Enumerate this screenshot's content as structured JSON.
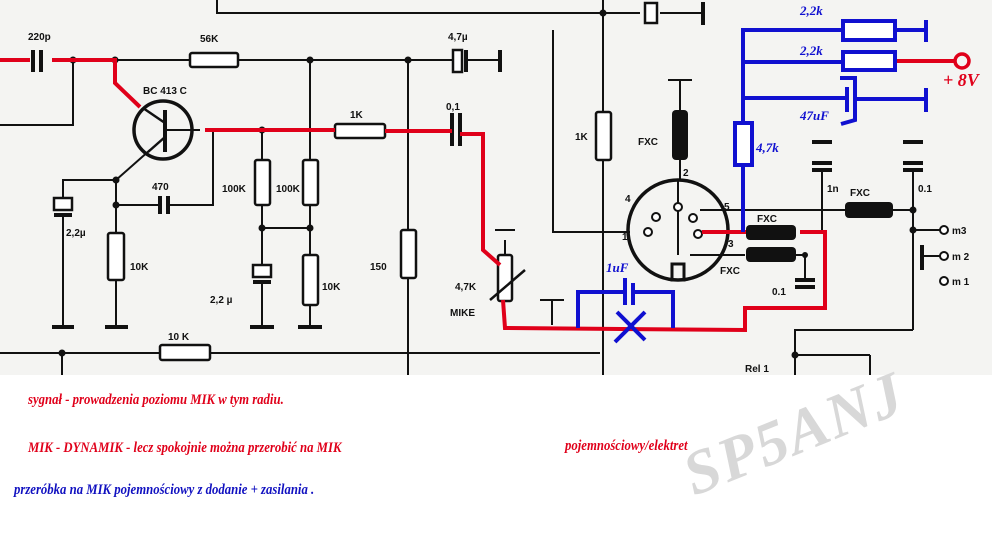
{
  "schematic": {
    "components": {
      "c_input": "220p",
      "r_56k": "56K",
      "c_47u": "4,7µ",
      "transistor": "BC 413 C",
      "r_1k_collector": "1K",
      "c_01_out": "0,1",
      "c_470": "470",
      "c_22u": "2,2µ",
      "r_10k_emitter": "10K",
      "r_100k_a": "100K",
      "r_100k_b": "100K",
      "c_22u_b": "2,2 µ",
      "r_10k_b": "10K",
      "r_150": "150",
      "r_10k_bottom": "10 K",
      "pot": "4,7K",
      "pot_name": "MIKE",
      "r_1k_right": "1K",
      "fxc_top": "FXC",
      "fxc_a": "FXC",
      "fxc_b": "FXC",
      "fxc_c": "FXC",
      "c_1n": "1n",
      "c_01_right": "0.1",
      "c_01_low": "0.1",
      "pins": [
        "1",
        "2",
        "3",
        "4",
        "5"
      ],
      "m3": "m3",
      "m2": "m 2",
      "m1": "m 1",
      "bottom_label": "Rel 1"
    },
    "modification": {
      "r_22k_a": "2,2k",
      "r_22k_b": "2,2k",
      "c_47uf": "47uF",
      "r_47k": "4,7k",
      "c_1uf": "1uF",
      "supply": "+ 8V"
    }
  },
  "notes": {
    "line1": "sygnał - prowadzenia poziomu MIK w tym radiu.",
    "line2a": "MIK - DYNAMIK  - lecz spokojnie  można przerobić na MIK",
    "line2b": "pojemnościowy/elektret",
    "line3": "przeróbka na MIK pojemnościowy z dodanie + zasilania ."
  },
  "watermark": "SP5ANJ",
  "colors": {
    "signal": "#e0001a",
    "modification": "#1010d0",
    "ink": "#111111"
  }
}
